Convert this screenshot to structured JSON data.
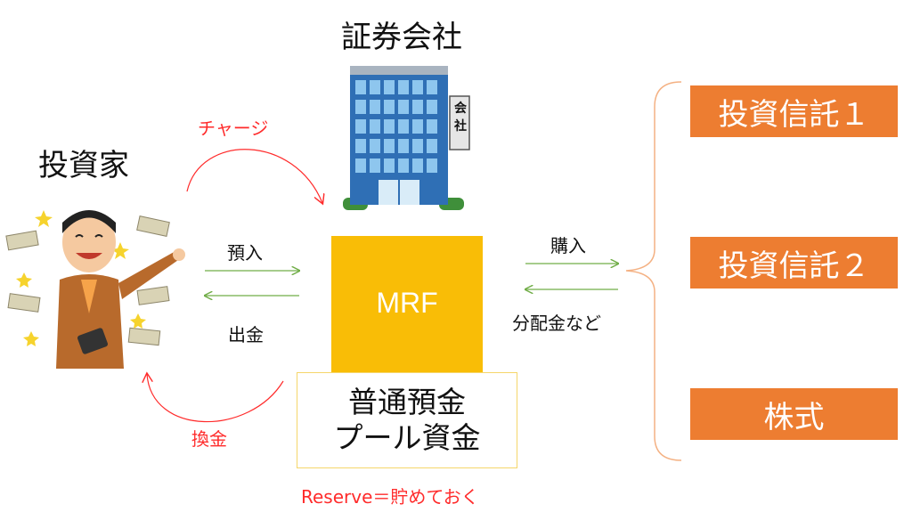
{
  "titles": {
    "securities_company": "証券会社",
    "investor": "投資家"
  },
  "center": {
    "mrf": "MRF",
    "pool_line1": "普通預金",
    "pool_line2": "プール資金",
    "reserve_note": "Reserve＝貯めておく"
  },
  "flows": {
    "charge": "チャージ",
    "deposit": "預入",
    "withdraw": "出金",
    "cash_out": "換金",
    "purchase": "購入",
    "distribution": "分配金など"
  },
  "products": [
    "投資信託１",
    "投資信託２",
    "株式"
  ],
  "building_sign": [
    "会",
    "社"
  ],
  "colors": {
    "mrf": "#f9bd06",
    "product": "#ed7d31",
    "red_arrow": "#ff2b2b",
    "green_arrow": "#70ad47"
  }
}
